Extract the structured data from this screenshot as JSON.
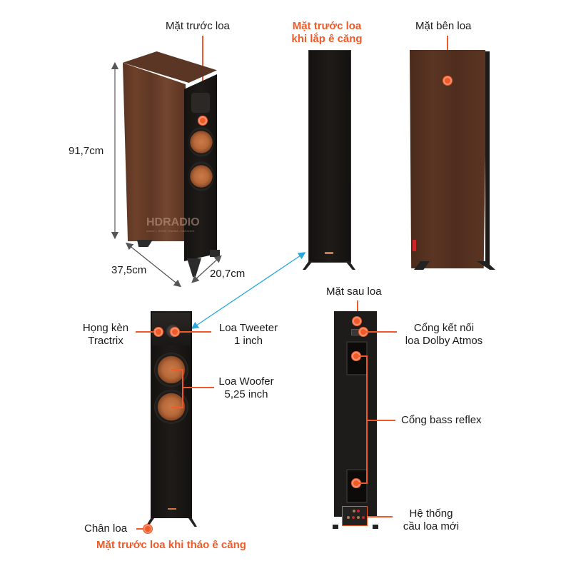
{
  "views": {
    "angled": {
      "label": "Mặt trước loa",
      "height": "91,7cm",
      "depth": "37,5cm",
      "width": "20,7cm",
      "watermark": "HDRADIO",
      "watermark_sub": "AUDIO - HOME CINEMA - KARAOKE"
    },
    "front_grille": {
      "title_line1": "Mặt trước loa",
      "title_line2": "khi lắp ê căng"
    },
    "side": {
      "label": "Mặt bên loa"
    },
    "front_open": {
      "horn_label_line1": "Họng kèn",
      "horn_label_line2": "Tractrix",
      "tweeter_label_line1": "Loa Tweeter",
      "tweeter_label_line2": "1 inch",
      "woofer_label_line1": "Loa Woofer",
      "woofer_label_line2": "5,25 inch",
      "foot_label": "Chân loa",
      "title": "Mặt trước loa khi tháo ê căng"
    },
    "rear": {
      "label": "Mặt sau loa",
      "atmos_line1": "Cổng kết nối",
      "atmos_line2": "loa Dolby Atmos",
      "bass_reflex": "Cổng bass reflex",
      "terminal_line1": "Hệ thống",
      "terminal_line2": "cầu loa mới"
    }
  },
  "colors": {
    "accent_orange": "#f05a28",
    "arrow_blue": "#29a8e0",
    "copper": "#c97a46",
    "wood": "#6e412a",
    "cabinet_black": "#1a1816"
  }
}
